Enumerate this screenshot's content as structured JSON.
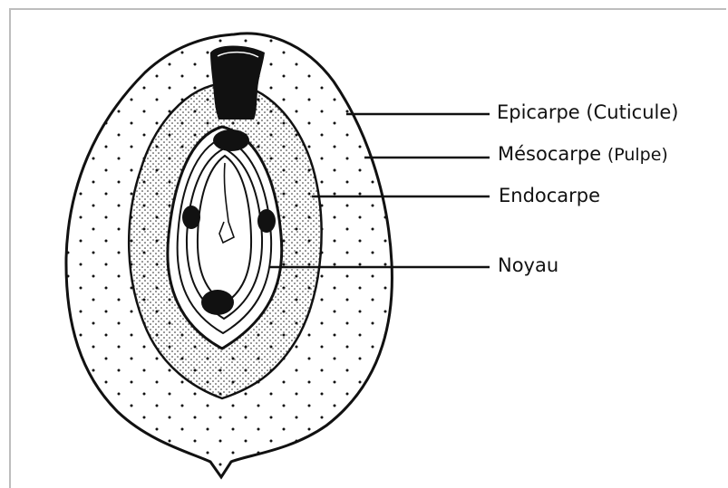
{
  "labels": {
    "epicarpe": {
      "main": "Epicarpe",
      "sub": "(Cuticule)"
    },
    "mesocarpe": {
      "main": "Mésocarpe",
      "sub": "(Pulpe)"
    },
    "endocarpe": {
      "main": "Endocarpe"
    },
    "noyau": {
      "main": "Noyau"
    }
  },
  "colors": {
    "ink": "#111111",
    "frame": "#bdbdbd",
    "background": "#ffffff"
  }
}
